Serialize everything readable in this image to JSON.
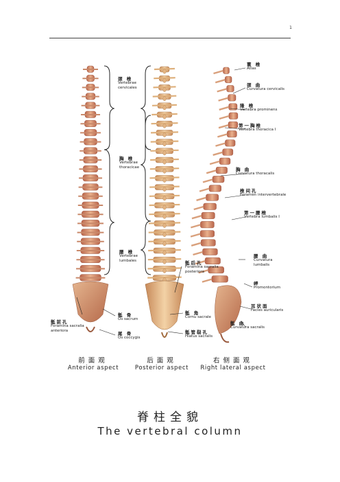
{
  "page": {
    "number": "1"
  },
  "figure": {
    "title_zh": "脊柱全貌",
    "title_en": "The vertebral column",
    "views": [
      {
        "zh": "前面观",
        "en": "Anterior aspect"
      },
      {
        "zh": "后面观",
        "en": "Posterior aspect"
      },
      {
        "zh": "右侧面观",
        "en": "Right lateral aspect"
      }
    ],
    "labels": {
      "cervical": {
        "zh": "颈 椎",
        "en": "Vertebrae cervicales"
      },
      "thoracic": {
        "zh": "胸 椎",
        "en": "Vertebrae thoracicae"
      },
      "lumbar": {
        "zh": "腰 椎",
        "en": "Vertebrae lumbales"
      },
      "foramina_sacralia_anteriora": {
        "zh": "骶前孔",
        "en": "Foramina sacralia anteriora"
      },
      "os_sacrum": {
        "zh": "骶 骨",
        "en": "Os sacrum"
      },
      "os_coccygis": {
        "zh": "尾 骨",
        "en": "Os coccygis"
      },
      "foramina_sacralia_posteriora": {
        "zh": "骶后孔",
        "en": "Foramina sacralia posteriora"
      },
      "cornu_sacrale": {
        "zh": "骶 角",
        "en": "Cornu sacrale"
      },
      "hiatus_sacralis": {
        "zh": "骶管裂孔",
        "en": "Hiatus sacralis"
      },
      "atlas": {
        "zh": "寰 椎",
        "en": "Atlas"
      },
      "curvatura_cervicalis": {
        "zh": "颈 曲",
        "en": "Curvatura cervicalis"
      },
      "vertebra_prominens": {
        "zh": "隆 椎",
        "en": "Vertebra prominens"
      },
      "first_thoracic": {
        "zh": "第一胸椎",
        "en": "Vertebra thoracica I"
      },
      "curvatura_thoracalis": {
        "zh": "胸 曲",
        "en": "Curvatura thoracalis"
      },
      "foramen_intervertebrale": {
        "zh": "椎间孔",
        "en": "Foramen intervertebrale"
      },
      "first_lumbar": {
        "zh": "第一腰椎",
        "en": "Vertebra lumbalis I"
      },
      "curvatura_lumbalis": {
        "zh": "腰 曲",
        "en": "Curvatura lumbalis"
      },
      "promontorium": {
        "zh": "岬",
        "en": "Promontorium"
      },
      "facies_auricularis": {
        "zh": "耳状面",
        "en": "Facies auricularis"
      },
      "curvatura_sacralis": {
        "zh": "骶 曲",
        "en": "Curvatura sacralis"
      }
    }
  }
}
